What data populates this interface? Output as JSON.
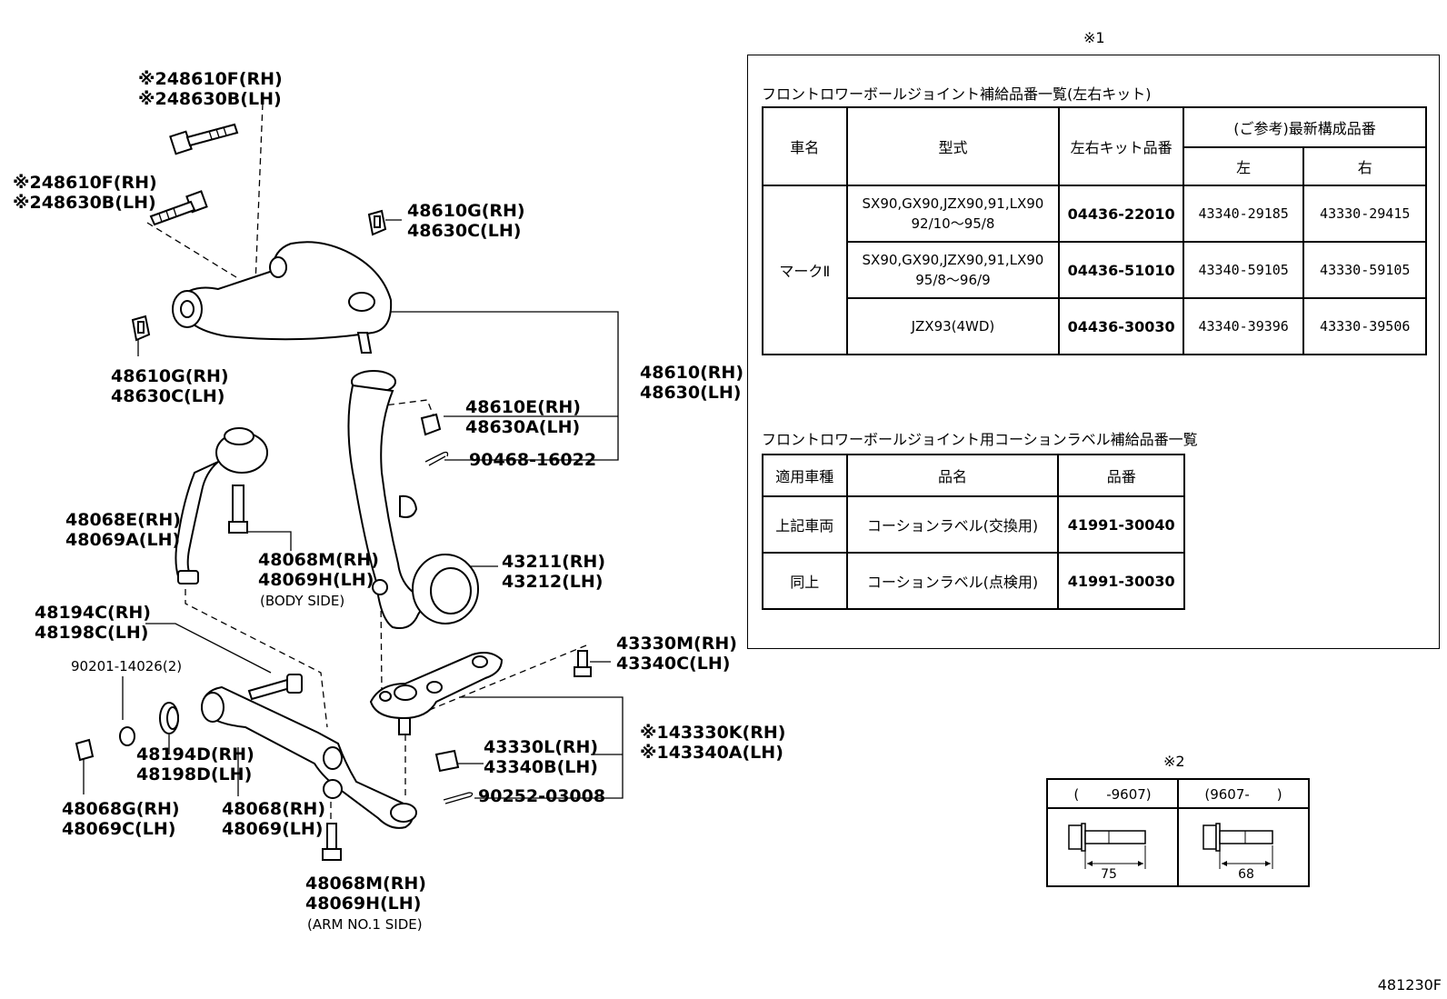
{
  "diagram_code": "481230F",
  "notes": {
    "note1_mark": "※1",
    "note2_mark": "※2"
  },
  "callouts": [
    {
      "id": "c1",
      "lines": [
        "※248610F(RH)",
        "※248630B(LH)"
      ]
    },
    {
      "id": "c2",
      "lines": [
        "※248610F(RH)",
        "※248630B(LH)"
      ]
    },
    {
      "id": "c3",
      "lines": [
        "48610G(RH)",
        "48630C(LH)"
      ]
    },
    {
      "id": "c4",
      "lines": [
        "48610G(RH)",
        "48630C(LH)"
      ]
    },
    {
      "id": "c5",
      "lines": [
        "48610(RH)",
        "48630(LH)"
      ]
    },
    {
      "id": "c6",
      "lines": [
        "48610E(RH)",
        "48630A(LH)"
      ]
    },
    {
      "id": "c7",
      "lines": [
        "90468-16022"
      ]
    },
    {
      "id": "c8",
      "lines": [
        "48068E(RH)",
        "48069A(LH)"
      ]
    },
    {
      "id": "c9",
      "lines": [
        "48068M(RH)",
        "48069H(LH)"
      ],
      "sub": "(BODY SIDE)"
    },
    {
      "id": "c10",
      "lines": [
        "43211(RH)",
        "43212(LH)"
      ]
    },
    {
      "id": "c11",
      "lines": [
        "48194C(RH)",
        "48198C(LH)"
      ]
    },
    {
      "id": "c12",
      "lines": [
        "90201-14026(2)"
      ]
    },
    {
      "id": "c13",
      "lines": [
        "43330M(RH)",
        "43340C(LH)"
      ]
    },
    {
      "id": "c14",
      "lines": [
        "48194D(RH)",
        "48198D(LH)"
      ]
    },
    {
      "id": "c15",
      "lines": [
        "43330L(RH)",
        "43340B(LH)"
      ]
    },
    {
      "id": "c16",
      "lines": [
        "※143330K(RH)",
        "※143340A(LH)"
      ]
    },
    {
      "id": "c17",
      "lines": [
        "90252-03008"
      ]
    },
    {
      "id": "c18",
      "lines": [
        "48068G(RH)",
        "48069C(LH)"
      ]
    },
    {
      "id": "c19",
      "lines": [
        "48068(RH)",
        "48069(LH)"
      ]
    },
    {
      "id": "c20",
      "lines": [
        "48068M(RH)",
        "48069H(LH)"
      ],
      "sub": "(ARM NO.1 SIDE)"
    }
  ],
  "table1": {
    "caption": "フロントロワーボールジョイント補給品番一覧(左右キット)",
    "headers": {
      "vehicle": "車名",
      "model": "型式",
      "kit": "左右キット品番",
      "ref": "(ご参考)最新構成品番",
      "left": "左",
      "right": "右"
    },
    "vehicle": "マークⅡ",
    "rows": [
      {
        "model": [
          "SX90,GX90,JZX90,91,LX90",
          "92/10〜95/8"
        ],
        "kit": "04436-22010",
        "left": "43340-29185",
        "right": "43330-29415"
      },
      {
        "model": [
          "SX90,GX90,JZX90,91,LX90",
          "95/8〜96/9"
        ],
        "kit": "04436-51010",
        "left": "43340-59105",
        "right": "43330-59105"
      },
      {
        "model": [
          "JZX93(4WD)"
        ],
        "kit": "04436-30030",
        "left": "43340-39396",
        "right": "43330-39506"
      }
    ]
  },
  "table2": {
    "caption": "フロントロワーボールジョイント用コーションラベル補給品番一覧",
    "headers": {
      "applicable": "適用車種",
      "name": "品名",
      "part": "品番"
    },
    "rows": [
      {
        "applicable": "上記車両",
        "name": "コーションラベル(交換用)",
        "part": "41991-30040"
      },
      {
        "applicable": "同上",
        "name": "コーションラベル(点検用)",
        "part": "41991-30030"
      }
    ]
  },
  "table3": {
    "headers": [
      "(　　-9607)",
      "(9607-　　)"
    ],
    "dims": [
      "75",
      "68"
    ]
  }
}
